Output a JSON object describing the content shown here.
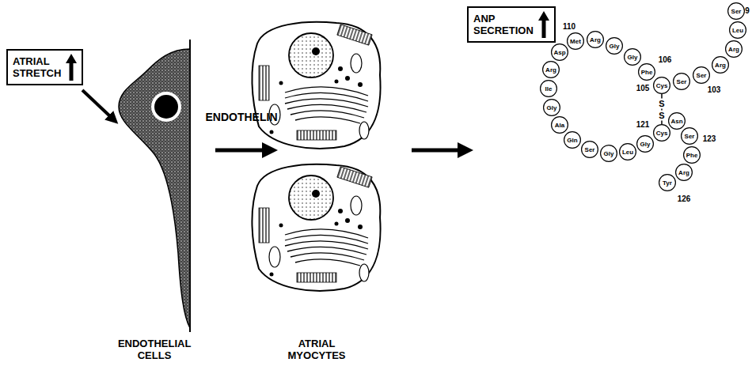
{
  "diagram": {
    "nodes": [
      {
        "text": [
          "ATRIAL STRETCH"
        ]
      },
      {
        "text": [
          "ANP SECRETION"
        ]
      },
      {
        "text": [
          "Ser"
        ]
      },
      {
        "text": [
          "Leu"
        ]
      },
      {
        "text": [
          "Arg"
        ]
      },
      {
        "text": [
          "Arg"
        ]
      },
      {
        "text": [
          "Ser"
        ]
      },
      {
        "text": [
          "Ser"
        ]
      },
      {
        "text": [
          "Cys"
        ]
      },
      {
        "text": [
          "Phe"
        ]
      },
      {
        "text": [
          "Gly"
        ]
      },
      {
        "text": [
          "Gly"
        ]
      },
      {
        "text": [
          "Arg"
        ]
      },
      {
        "text": [
          "Met"
        ]
      },
      {
        "text": [
          "Asp"
        ]
      },
      {
        "text": [
          "Arg"
        ]
      },
      {
        "text": [
          "Ile"
        ]
      },
      {
        "text": [
          "Gly"
        ]
      },
      {
        "text": [
          "Ala"
        ]
      },
      {
        "text": [
          "Gln"
        ]
      },
      {
        "text": [
          "Ser"
        ]
      },
      {
        "text": [
          "Gly"
        ]
      },
      {
        "text": [
          "Leu"
        ]
      },
      {
        "text": [
          "Gly"
        ]
      },
      {
        "text": [
          "Cys"
        ]
      },
      {
        "text": [
          "Asn"
        ]
      },
      {
        "text": [
          "Ser"
        ]
      },
      {
        "text": [
          "Phe"
        ]
      },
      {
        "text": [
          "Arg"
        ]
      },
      {
        "text": [
          "Tyr"
        ]
      }
    ],
    "edges": [
      {
        "from": 8,
        "to": 24,
        "arrow": "none"
      }
    ],
    "labels": [
      "ENDOTHELIN",
      "ENDOTHELIAL CELLS",
      "ATRIAL MYOCYTES",
      "9",
      "103",
      "105",
      "106",
      "110",
      "121",
      "123",
      "126",
      "S",
      "S"
    ]
  }
}
